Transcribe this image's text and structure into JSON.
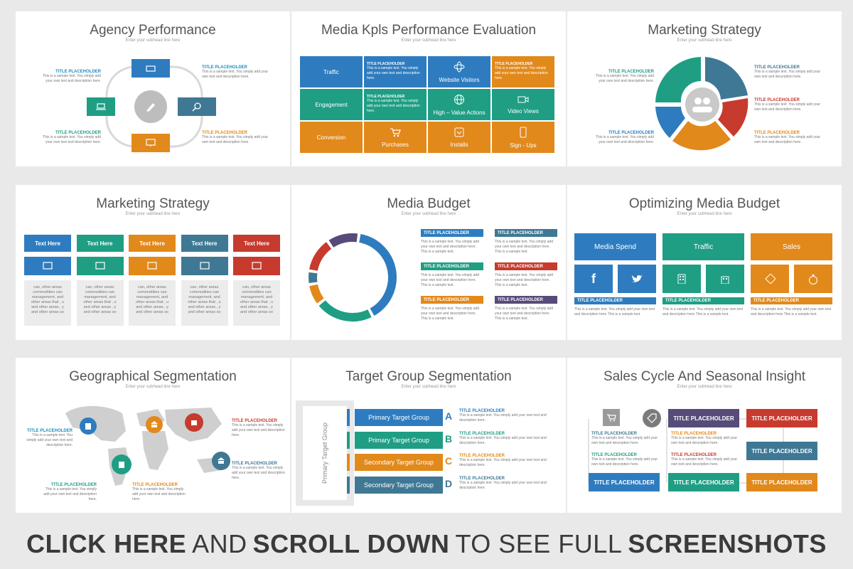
{
  "slides": {
    "s1": {
      "title": "Agency Performance",
      "subtitle": "Enter your subhead line here",
      "tp": "TITLE PLACEHOLDER",
      "text": "This is a sample text. You simply add your own text and description here."
    },
    "s2": {
      "title": "Media Kpls Performance Evaluation",
      "subtitle": "Enter your subhead line here",
      "rows": [
        "Traffic",
        "Engagement",
        "Conversion"
      ],
      "tp": "TITLE PLACEHOLDER",
      "text": "This is a sample text. You simply add your own text and description here.",
      "labels": [
        "Website Visitors",
        "High – Value Actions",
        "Video Views",
        "Purchases",
        "Installs",
        "Sign - Ups"
      ]
    },
    "s3": {
      "title": "Marketing Strategy",
      "subtitle": "Enter your subhead line here",
      "tp": "TITLE PLACEHOLDER",
      "text": "This is a sample text. You simply add your own text and description here."
    },
    "s4": {
      "title": "Marketing Strategy",
      "subtitle": "Enter your subhead line here",
      "head": "Text Here",
      "body": "can, other areas commodities can management, and other areas that , u and other areas , y and other areas so"
    },
    "s5": {
      "title": "Media Budget",
      "subtitle": "Enter your subhead line here",
      "tp": "TITLE PLACEHOLDER",
      "text": "This is a sample text. You simply add your own text and description here. This is a sample text."
    },
    "s6": {
      "title": "Optimizing Media Budget",
      "subtitle": "Enter your subhead line here",
      "heads": [
        "Media Spend",
        "Traffic",
        "Sales"
      ],
      "tp": "TITLE PLACEHOLDER",
      "text": "This is a sample text. You simply add your own text and description here This is a sample text."
    },
    "s7": {
      "title": "Geographical Segmentation",
      "subtitle": "Enter your subhead line here",
      "tp": "TITLE PLACEHOLDER",
      "text": "This is a sample text. You simply add your own text and description here."
    },
    "s8": {
      "title": "Target Group Segmentation",
      "subtitle": "Enter your subhead line here",
      "side": "Primary Target Group",
      "groups": [
        "Primary Target Group",
        "Primary Target Group",
        "Secondary Target Group",
        "Secondary Target Group"
      ],
      "letters": [
        "A",
        "B",
        "C",
        "D"
      ],
      "tp": "TITLE PLACEHOLDER",
      "text": "This is a sample text. You simply add your own text and description here."
    },
    "s9": {
      "title": "Sales Cycle And Seasonal Insight",
      "subtitle": "Enter your subhead line here",
      "tp": "TITLE PLACEHOLDER",
      "text": "This is a sample text. You simply add your own text and description here."
    }
  },
  "footer": {
    "p1": "CLICK HERE",
    "p2": "AND",
    "p3": "SCROLL DOWN",
    "p4": "TO SEE FULL",
    "p5": "SCREENSHOTS"
  },
  "colors": {
    "blue": "#2e7cbf",
    "green": "#1f9e84",
    "orange": "#e2891b",
    "slate": "#3f7894",
    "red": "#c73a2e",
    "purple": "#574b7a"
  },
  "chart_data": {
    "type": "pie",
    "values": [
      40,
      22,
      8,
      5,
      13,
      12
    ],
    "colors": [
      "#2e7cbf",
      "#1f9e84",
      "#e2891b",
      "#3f7894",
      "#c73a2e",
      "#574b7a"
    ]
  }
}
